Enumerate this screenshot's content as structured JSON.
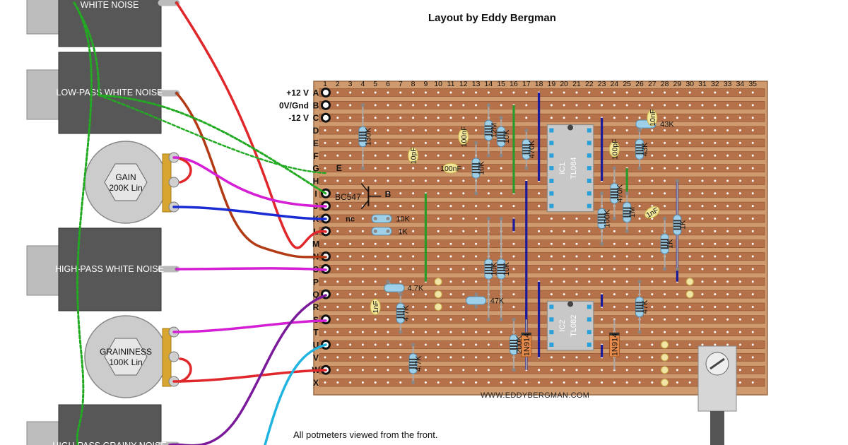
{
  "title": "Layout by Eddy Bergman",
  "website": "WWW.EDDYBERGMAN.COM",
  "footnote": "All potmeters viewed from the front.",
  "colors": {
    "board": "#cf9a6e",
    "strip": "#b4714a",
    "strip_edge": "#8a4e2d",
    "hole": "#ffffff",
    "board_border": "#9b6b46",
    "jack": "#575757",
    "pot_body": "#cccccc",
    "pot_lug": "#d9a531",
    "link_green": "#2a9a2a",
    "link_navy": "#1a1a9a",
    "wire_red": "#e0282c",
    "wire_brown": "#b23a14",
    "wire_magenta": "#d41fd4",
    "wire_blue": "#1a2bd4",
    "wire_purple": "#7a1a9a",
    "wire_cyan": "#22b4e0",
    "ground_wire": "#22aa22"
  },
  "board": {
    "column_labels": [
      "1",
      "2",
      "3",
      "4",
      "5",
      "6",
      "7",
      "8",
      "9",
      "10",
      "11",
      "12",
      "13",
      "14",
      "15",
      "16",
      "17",
      "18",
      "19",
      "20",
      "21",
      "22",
      "23",
      "24",
      "25",
      "26",
      "27",
      "28",
      "29",
      "30",
      "31",
      "32",
      "33",
      "34",
      "35"
    ],
    "row_labels": [
      "A",
      "B",
      "C",
      "D",
      "E",
      "F",
      "G",
      "H",
      "I",
      "J",
      "K",
      "L",
      "M",
      "N",
      "O",
      "P",
      "Q",
      "R",
      "S",
      "T",
      "U",
      "V",
      "W",
      "X"
    ],
    "rail_labels": [
      {
        "row": "A",
        "text": "+12 V"
      },
      {
        "row": "B",
        "text": "0V/Gnd"
      },
      {
        "row": "C",
        "text": "-12 V"
      }
    ]
  },
  "jacks": [
    {
      "label": "WHITE NOISE"
    },
    {
      "label": "LOW-PASS WHITE NOISE"
    },
    {
      "label": "HIGH-PASS WHITE NOISE"
    },
    {
      "label": "HIGH-PASS GRAINY NOISE"
    }
  ],
  "pots": [
    {
      "name": "GAIN",
      "value": "200K Lin"
    },
    {
      "name": "GRAININESS",
      "value": "100K Lin"
    }
  ],
  "components": {
    "transistor": {
      "label": "BC547",
      "pins": [
        "E",
        "B",
        "nc"
      ]
    },
    "ic1": {
      "ref": "IC1",
      "part": "TL084"
    },
    "ic2": {
      "ref": "IC2",
      "part": "TL082"
    },
    "diode1": "1N914",
    "diode2": "1N914",
    "resistors": [
      "130K",
      "10K",
      "1K",
      "12M",
      "10K",
      "10K",
      "470K",
      "470K",
      "43K",
      "43K",
      "100K",
      "1M",
      "1K",
      "1K",
      "4.7K",
      "4.7K",
      "4.7K",
      "10K",
      "10K",
      "47K",
      "47K",
      "200K"
    ],
    "capacitors": [
      "10pF",
      "100nF",
      "100nF",
      "10nF",
      "100pF",
      "1nF",
      "1nF"
    ]
  }
}
